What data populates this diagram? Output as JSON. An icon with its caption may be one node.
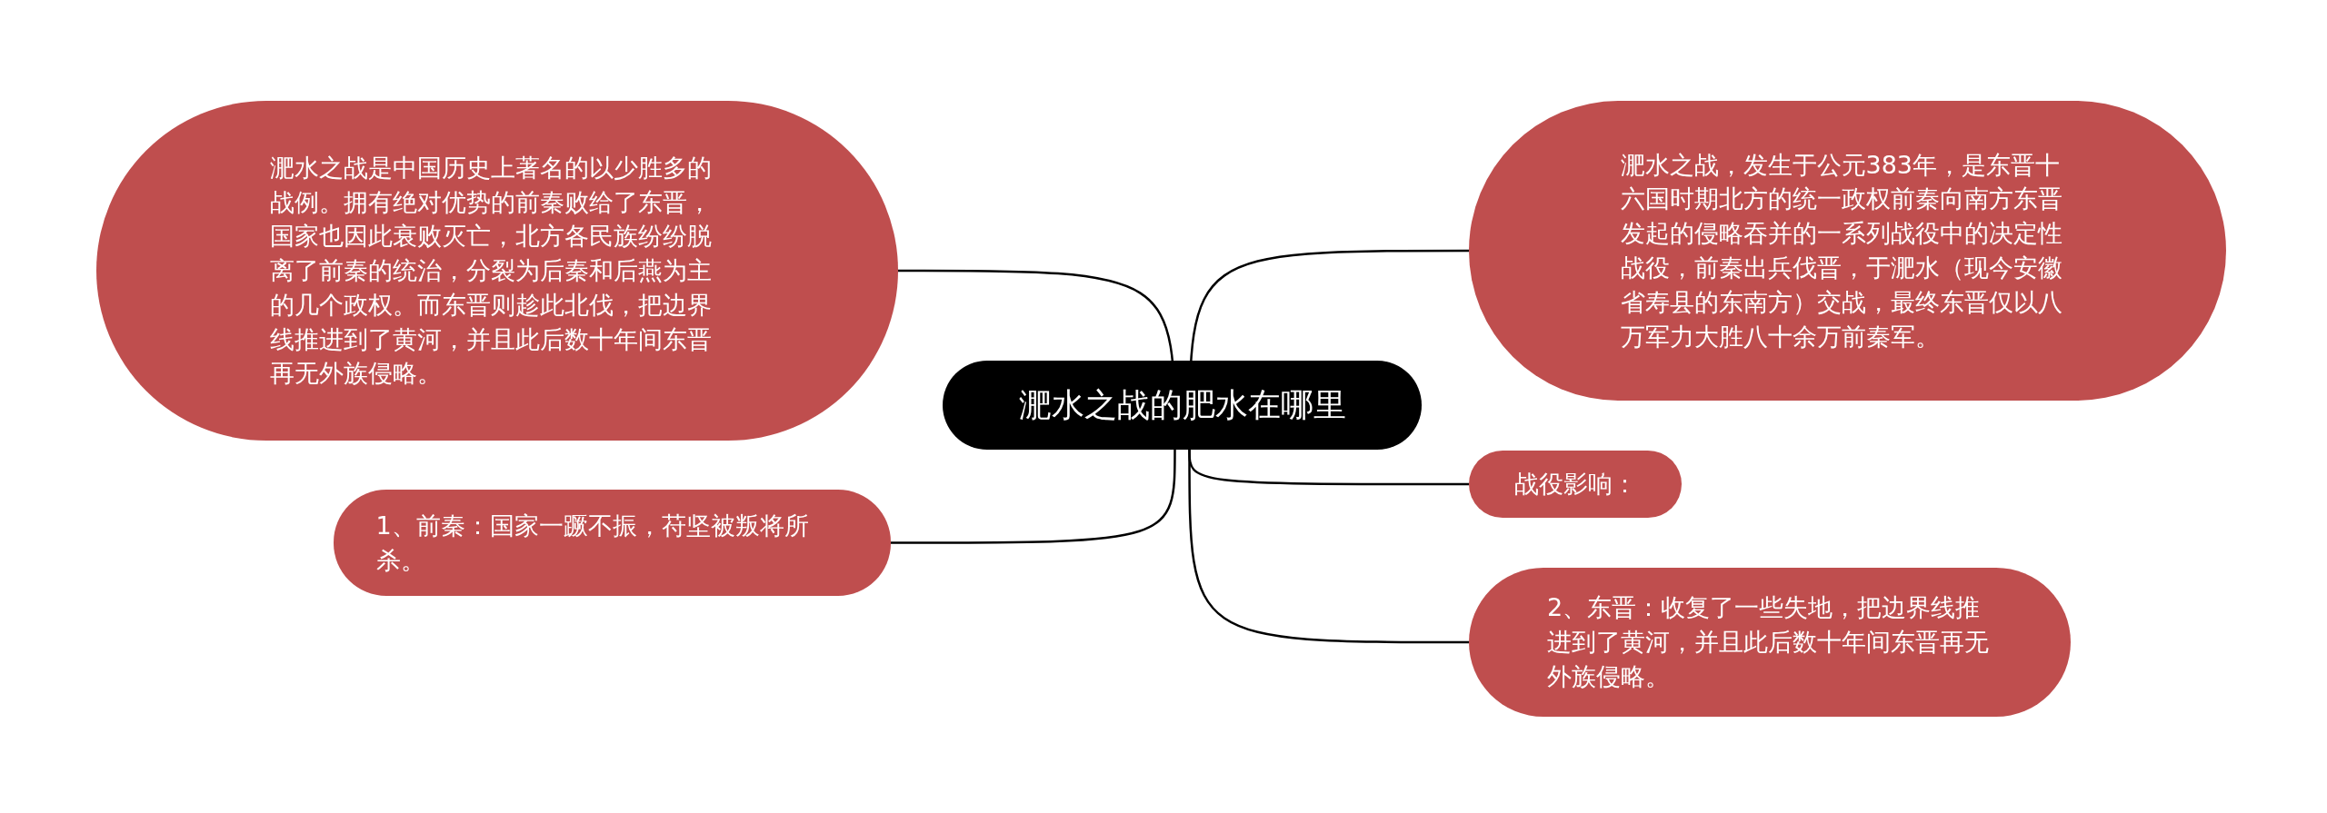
{
  "diagram": {
    "nodes": [
      {
        "text": [
          "淝水之战的肥水在哪里"
        ]
      },
      {
        "text": [
          "淝水之战，发生于公元383年，是东晋十六国时期北方的统一政权前秦向南方东晋发起的侵略吞并的一系列战役中的决定性战役，前秦出兵伐晋，于淝水（现今安徽省寿县的东南方）交战，最终东晋仅以八万军力大胜八十余万前秦军。"
        ]
      },
      {
        "text": [
          "淝水之战是中国历史上著名的以少胜多的战例。拥有绝对优势的前秦败给了东晋，国家也因此衰败灭亡，北方各民族纷纷脱离了前秦的统治，分裂为后秦和后燕为主的几个政权。而东晋则趁此北伐，把边界线推进到了黄河，并且此后数十年间东晋再无外族侵略。"
        ]
      },
      {
        "text": [
          "战役影响："
        ]
      },
      {
        "text": [
          "1、前秦：国家一蹶不振，苻坚被叛将所杀。"
        ]
      },
      {
        "text": [
          "2、东晋：收复了一些失地，把边界线推进到了黄河，并且此后数十年间东晋再无外族侵略。"
        ]
      }
    ],
    "edges": [
      {
        "from": 0,
        "to": 1,
        "arrow": "none"
      },
      {
        "from": 0,
        "to": 2,
        "arrow": "none"
      },
      {
        "from": 0,
        "to": 3,
        "arrow": "none"
      },
      {
        "from": 0,
        "to": 4,
        "arrow": "none"
      },
      {
        "from": 0,
        "to": 5,
        "arrow": "none"
      }
    ]
  }
}
